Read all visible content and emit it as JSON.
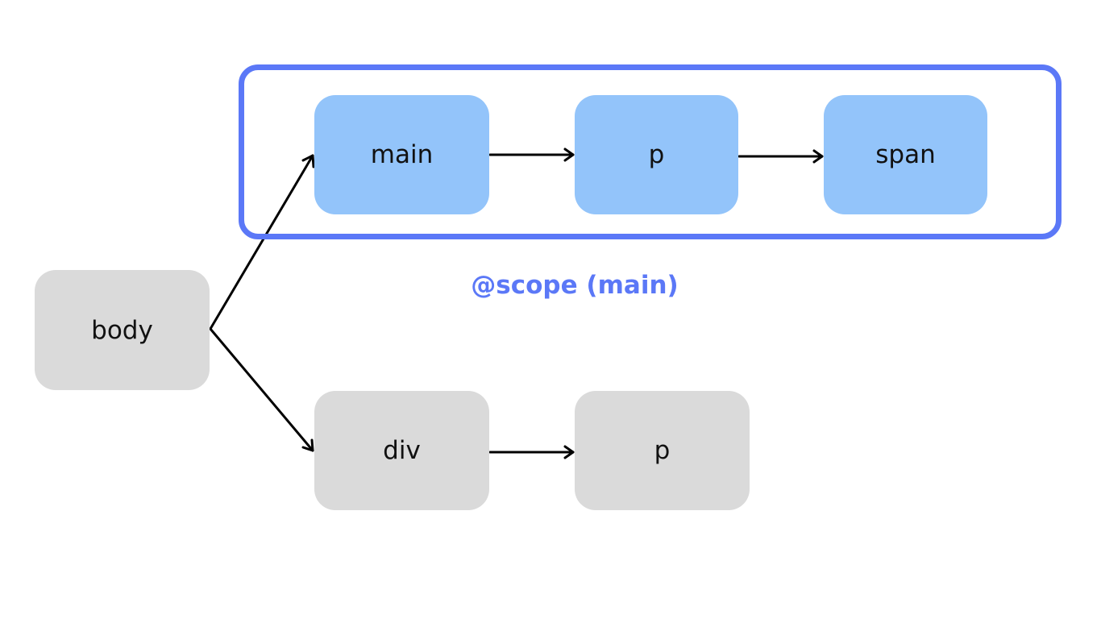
{
  "colors": {
    "scope_accent": "#5b78f7",
    "scoped_node_fill": "#93c4fa",
    "unscoped_node_fill": "#dadada",
    "edge": "#000000"
  },
  "nodes": {
    "body": "body",
    "main": "main",
    "main_p": "p",
    "span": "span",
    "div": "div",
    "div_p": "p"
  },
  "scope_label": "@scope (main)",
  "edges": [
    {
      "from": "body",
      "to": "main"
    },
    {
      "from": "main",
      "to": "main_p"
    },
    {
      "from": "main_p",
      "to": "span"
    },
    {
      "from": "body",
      "to": "div"
    },
    {
      "from": "div",
      "to": "div_p"
    }
  ]
}
